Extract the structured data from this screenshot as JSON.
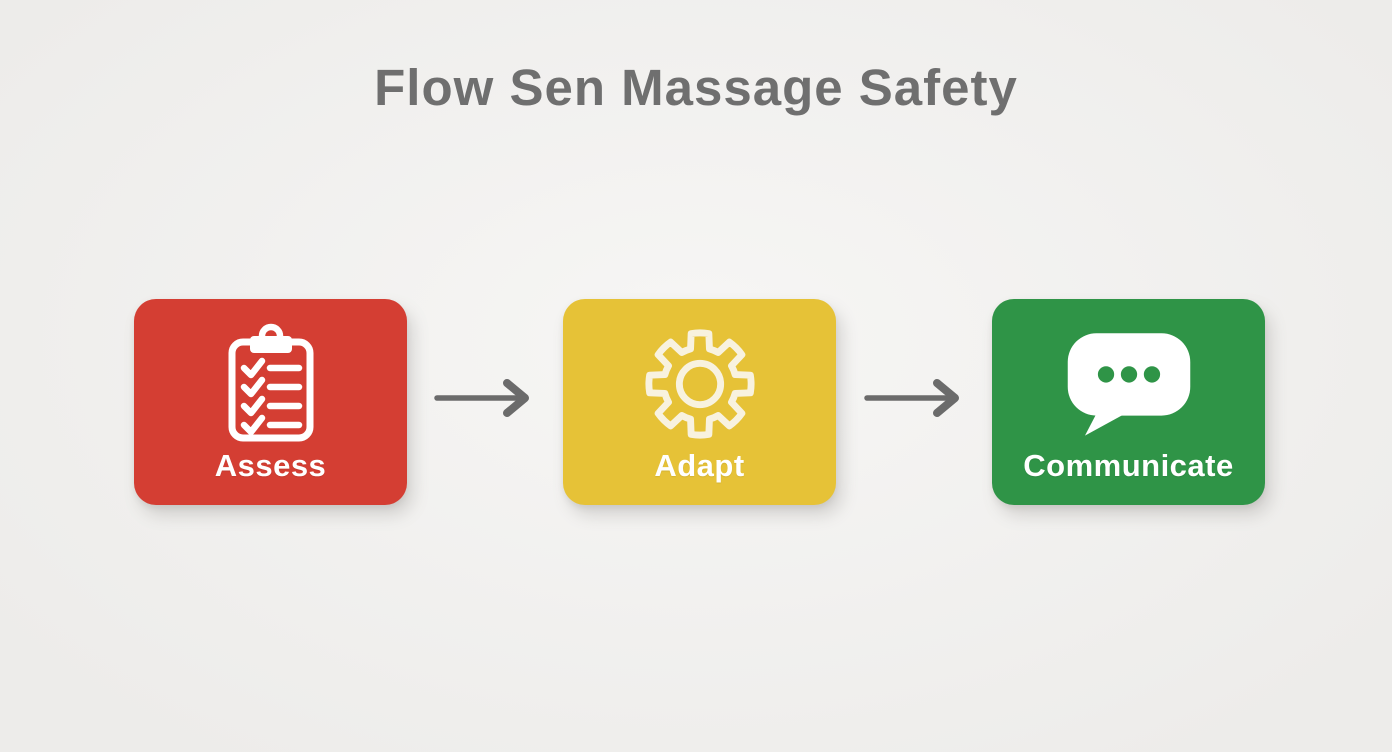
{
  "title": "Flow Sen Massage Safety",
  "steps": [
    {
      "label": "Assess",
      "icon": "clipboard-checklist-icon",
      "color": "#d43e33"
    },
    {
      "label": "Adapt",
      "icon": "gear-icon",
      "color": "#e6c237"
    },
    {
      "label": "Communicate",
      "icon": "speech-bubble-icon",
      "color": "#2f9447"
    }
  ],
  "connectors": [
    {
      "from": "Assess",
      "to": "Adapt",
      "type": "arrow-right"
    },
    {
      "from": "Adapt",
      "to": "Communicate",
      "type": "arrow-right"
    }
  ],
  "colors": {
    "background": "#f2f1ef",
    "title_text": "#6f6f6f",
    "arrow": "#6b6b6b",
    "step_label_text": "#ffffff",
    "icon_stroke": "#ffffff",
    "gear_cream": "#f8f2df",
    "assess_red": "#d43e33",
    "adapt_yellow": "#e6c237",
    "communicate_green": "#2f9447"
  }
}
